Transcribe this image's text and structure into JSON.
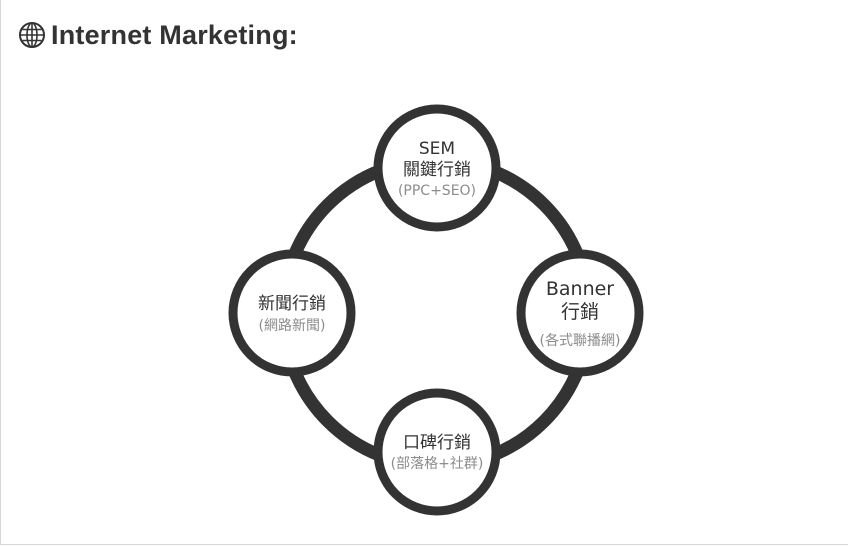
{
  "page": {
    "title": "Internet Marketing:",
    "icon": "globe-icon"
  },
  "colors": {
    "ring": "#333333",
    "text_main": "#333333",
    "text_sub": "#8c8c8c",
    "node_fill": "#ffffff"
  },
  "diagram": {
    "nodes": [
      {
        "id": "sem",
        "lines": [
          "SEM",
          "關鍵行銷"
        ],
        "sub": "(PPC+SEO)"
      },
      {
        "id": "banner",
        "lines": [
          "Banner",
          "行銷"
        ],
        "sub": "(各式聯播網)"
      },
      {
        "id": "wom",
        "lines": [
          "口碑行銷"
        ],
        "sub": "(部落格+社群)"
      },
      {
        "id": "news",
        "lines": [
          "新聞行銷"
        ],
        "sub": "(網路新聞)"
      }
    ]
  }
}
